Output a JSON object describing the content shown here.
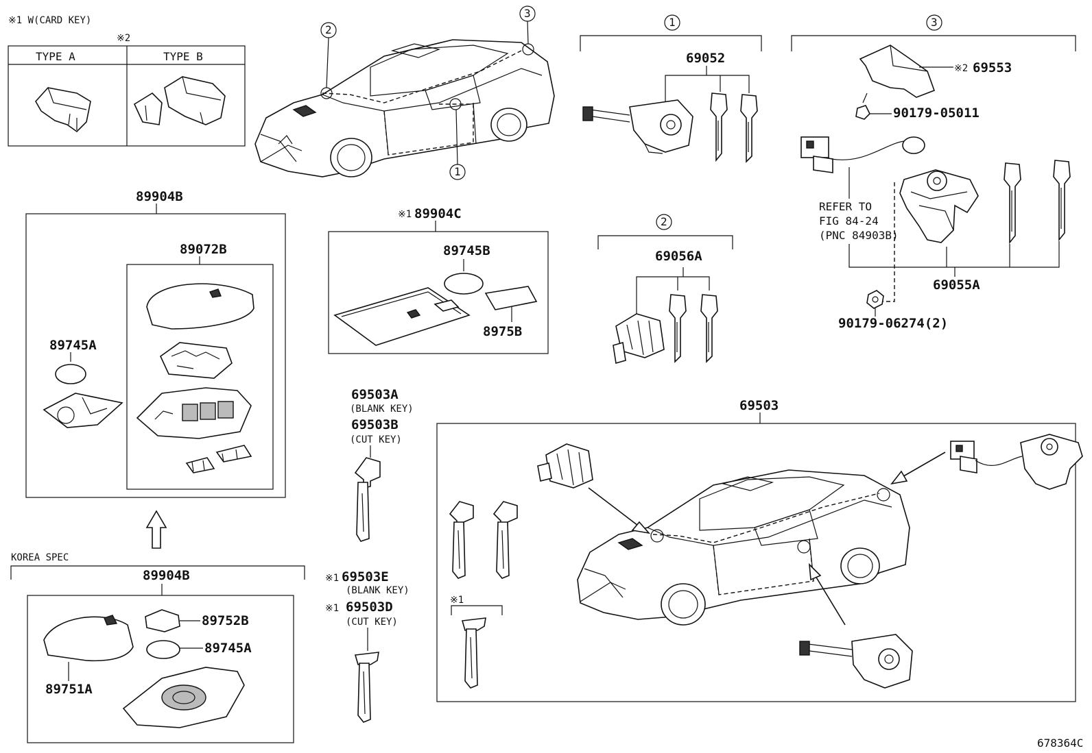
{
  "header": {
    "card_key_note": "※1 W(CARD KEY)",
    "type_note": "※2",
    "type_a": "TYPE  A",
    "type_b": "TYPE  B"
  },
  "callouts": {
    "c1": "1",
    "c2": "2",
    "c3": "3"
  },
  "groups": {
    "g1_part": "69052",
    "g2_part": "69056A",
    "g3_cover": "69553",
    "g3_cover_note": "※2",
    "g3_bolt": "90179-05011",
    "g3_refer_1": "REFER TO",
    "g3_refer_2": "FIG 84-24",
    "g3_refer_3": "(PNC 84903B)",
    "g3_part": "69055A",
    "g3_nut": "90179-06274(2)"
  },
  "card_key": {
    "part": "89904C",
    "note": "※1",
    "battery": "89745B",
    "label": "8975B"
  },
  "remote": {
    "part": "89904B",
    "case": "89072B",
    "battery": "89745A"
  },
  "korea": {
    "spec": "KOREA SPEC",
    "part": "89904B",
    "cover": "89752B",
    "battery": "89745A",
    "case": "89751A"
  },
  "keys": {
    "k1": "69503A",
    "k1_note": "(BLANK KEY)",
    "k2": "69503B",
    "k2_note": "(CUT KEY)",
    "k3": "69503E",
    "k3_pref": "※1",
    "k3_note": "(BLANK KEY)",
    "k4": "69503D",
    "k4_pref": "※1",
    "k4_note": "(CUT KEY)"
  },
  "set": {
    "part": "69503",
    "note": "※1"
  },
  "figure_id": "678364C"
}
